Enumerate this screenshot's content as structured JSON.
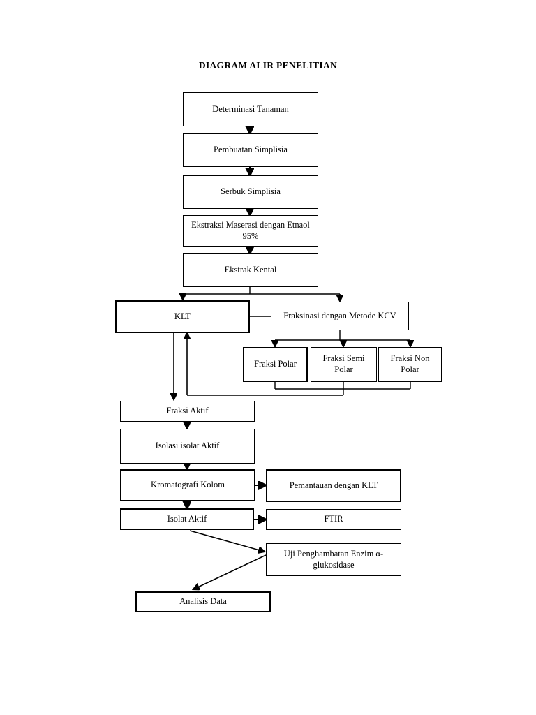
{
  "title": "DIAGRAM ALIR PENELITIAN",
  "flow": {
    "nodes": [
      {
        "id": "determinasi",
        "label": "Determinasi Tanaman"
      },
      {
        "id": "pembuatan",
        "label": "Pembuatan Simplisia"
      },
      {
        "id": "serbuk",
        "label": "Serbuk Simplisia"
      },
      {
        "id": "ekstraksi",
        "label": "Ekstraksi Maserasi dengan Etnaol 95%"
      },
      {
        "id": "ekstrak",
        "label": "Ekstrak Kental"
      },
      {
        "id": "klt",
        "label": "KLT"
      },
      {
        "id": "fraksinasi",
        "label": "Fraksinasi dengan Metode KCV"
      },
      {
        "id": "fraksi-polar",
        "label": "Fraksi Polar"
      },
      {
        "id": "fraksi-semi",
        "label": "Fraksi Semi Polar"
      },
      {
        "id": "fraksi-non",
        "label": "Fraksi Non Polar"
      },
      {
        "id": "fraksi-aktif",
        "label": "Fraksi Aktif"
      },
      {
        "id": "isolasi",
        "label": "Isolasi isolat Aktif"
      },
      {
        "id": "kromatografi",
        "label": "Kromatografi Kolom"
      },
      {
        "id": "pemantauan",
        "label": "Pemantauan dengan KLT"
      },
      {
        "id": "isolat-aktif",
        "label": "Isolat Aktif"
      },
      {
        "id": "ftir",
        "label": "FTIR"
      },
      {
        "id": "uji",
        "label": "Uji Penghambatan Enzim α-glukosidase"
      },
      {
        "id": "analisis",
        "label": "Analisis Data"
      }
    ],
    "edges": [
      {
        "from": "determinasi",
        "to": "pembuatan",
        "style": "arrow-down"
      },
      {
        "from": "pembuatan",
        "to": "serbuk",
        "style": "arrow-down"
      },
      {
        "from": "serbuk",
        "to": "ekstraksi",
        "style": "arrow-down"
      },
      {
        "from": "ekstraksi",
        "to": "ekstrak",
        "style": "arrow-down"
      },
      {
        "from": "ekstrak",
        "to": "klt",
        "style": "split-down"
      },
      {
        "from": "ekstrak",
        "to": "fraksinasi",
        "style": "split-down"
      },
      {
        "from": "klt",
        "to": "fraksinasi",
        "style": "plain-horizontal"
      },
      {
        "from": "fraksinasi",
        "to": "fraksi-polar",
        "style": "split-down"
      },
      {
        "from": "fraksinasi",
        "to": "fraksi-semi",
        "style": "split-down"
      },
      {
        "from": "fraksinasi",
        "to": "fraksi-non",
        "style": "split-down"
      },
      {
        "from": "fraksi-polar",
        "to": "klt",
        "style": "merge-up"
      },
      {
        "from": "fraksi-semi",
        "to": "klt",
        "style": "merge-up"
      },
      {
        "from": "fraksi-non",
        "to": "klt",
        "style": "merge-up"
      },
      {
        "from": "klt",
        "to": "fraksi-aktif",
        "style": "arrow-down"
      },
      {
        "from": "fraksi-aktif",
        "to": "isolasi",
        "style": "arrow-down"
      },
      {
        "from": "isolasi",
        "to": "kromatografi",
        "style": "arrow-down"
      },
      {
        "from": "kromatografi",
        "to": "pemantauan",
        "style": "arrow-right"
      },
      {
        "from": "kromatografi",
        "to": "isolat-aktif",
        "style": "arrow-down"
      },
      {
        "from": "isolat-aktif",
        "to": "ftir",
        "style": "arrow-right"
      },
      {
        "from": "isolat-aktif",
        "to": "uji",
        "style": "arrow-diagonal"
      },
      {
        "from": "uji",
        "to": "analisis",
        "style": "arrow-diagonal"
      }
    ]
  },
  "colors": {
    "stroke": "#000000",
    "background": "#ffffff",
    "text": "#000000"
  }
}
